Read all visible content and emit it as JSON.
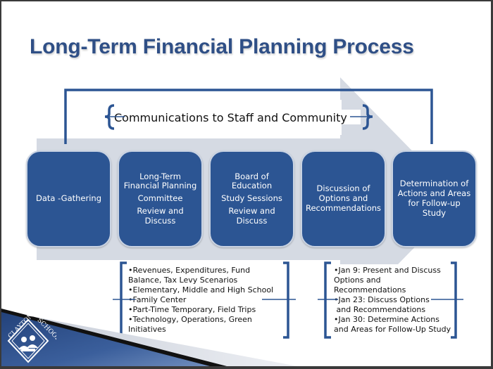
{
  "slide": {
    "title": "Long-Term Financial Planning Process",
    "communications_label": "Communications to Staff and Community",
    "steps": [
      {
        "lines": [
          "Data -Gathering"
        ]
      },
      {
        "lines": [
          "Long-Term",
          "Financial Planning",
          "Committee",
          "Review and",
          "Discuss"
        ]
      },
      {
        "lines": [
          "Board of",
          "Education",
          "Study Sessions",
          "Review and",
          "Discuss"
        ]
      },
      {
        "lines": [
          "Discussion of",
          "Options and",
          "Recommendations"
        ]
      },
      {
        "lines": [
          "Determination of",
          "Actions and Areas",
          "for Follow-up",
          "Study"
        ]
      }
    ],
    "data_notes": [
      "•Revenues, Expenditures, Fund",
      "Balance, Tax Levy Scenarios",
      "•Elementary, Middle and High School",
      "•Family Center",
      "•Part-Time Temporary, Field Trips",
      "•Technology, Operations, Green",
      "Initiatives"
    ],
    "schedule_notes": [
      "•Jan 9: Present and Discuss",
      "Options and",
      "Recommendations",
      "•Jan 23: Discuss Options",
      " and Recommendations",
      "•Jan 30: Determine Actions",
      "and Areas for Follow-Up Study"
    ],
    "logo": {
      "text_left": "CLAYTON",
      "text_right": "SCHOOLS",
      "separator": "·"
    }
  },
  "colors": {
    "title": "#2f4f86",
    "box_fill": "#2c5593",
    "bracket": "#2c5593",
    "arrow": "#d5dae3",
    "swoosh": "#2e4f8a"
  }
}
